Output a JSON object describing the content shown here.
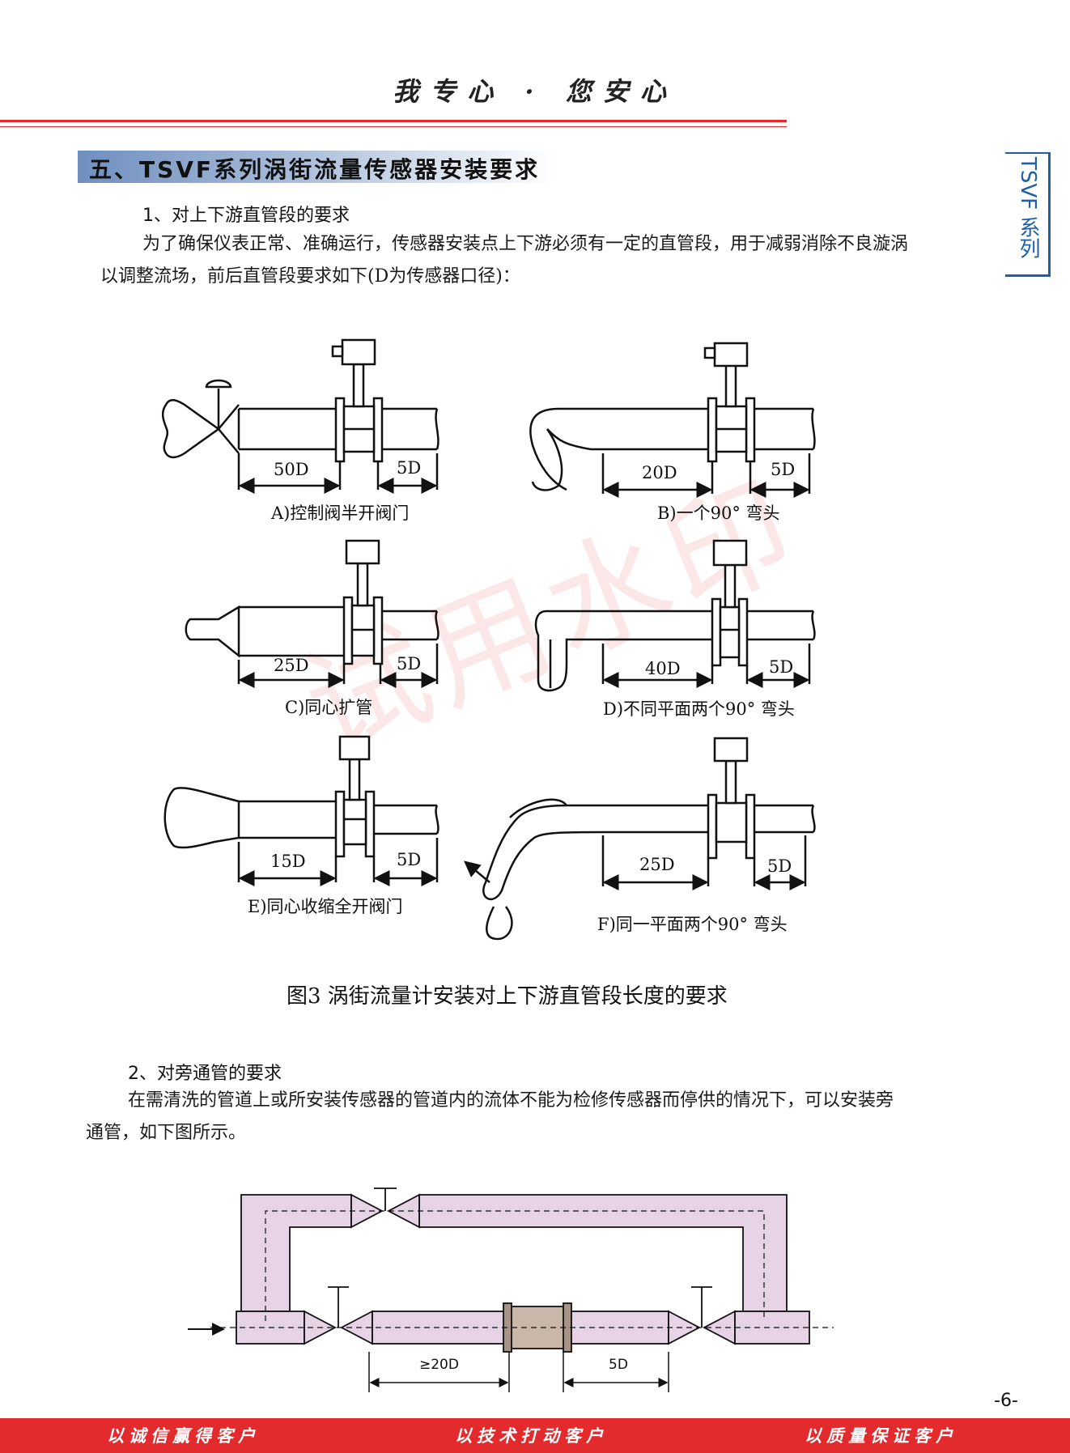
{
  "header": {
    "slogan": "我专心 · 您安心"
  },
  "side_tab": {
    "text": "TSVF 系列"
  },
  "section": {
    "title": "五、TSVF系列涡街流量传感器安装要求",
    "sub1": "1、对上下游直管段的要求",
    "para1_line1": "为了确保仪表正常、准确运行，传感器安装点上下游必须有一定的直管段，用于减弱消除不良漩涡",
    "para1_line2": "以调整流场，前后直管段要求如下(D为传感器口径)：",
    "sub2": "2、对旁通管的要求",
    "para2_line1": "在需清洗的管道上或所安装传感器的管道内的流体不能为检修传感器而停供的情况下，可以安装旁",
    "para2_line2": "通管，如下图所示。"
  },
  "figure3": {
    "caption": "图3   涡街流量计安装对上下游直管段长度的要求",
    "diagrams": [
      {
        "label": "A)控制阀半开阀门",
        "upstream": "50D",
        "downstream": "5D"
      },
      {
        "label": "B)一个90°  弯头",
        "upstream": "20D",
        "downstream": "5D"
      },
      {
        "label": "C)同心扩管",
        "upstream": "25D",
        "downstream": "5D"
      },
      {
        "label": "D)不同平面两个90°  弯头",
        "upstream": "40D",
        "downstream": "5D"
      },
      {
        "label": "E)同心收缩全开阀门",
        "upstream": "15D",
        "downstream": "5D"
      },
      {
        "label": "F)同一平面两个90°  弯头",
        "upstream": "25D",
        "downstream": "5D"
      }
    ]
  },
  "bypass": {
    "upstream": "≥20D",
    "downstream": "5D"
  },
  "watermark": "试用水印",
  "page_number": "-6-",
  "footer": {
    "left": "以诚信赢得客户",
    "center": "以技术打动客户",
    "right": "以质量保证客户"
  },
  "colors": {
    "accent_red": "#e32a2d",
    "accent_blue": "#1f5fa8",
    "pipe_pink": "#e6d3e6"
  }
}
